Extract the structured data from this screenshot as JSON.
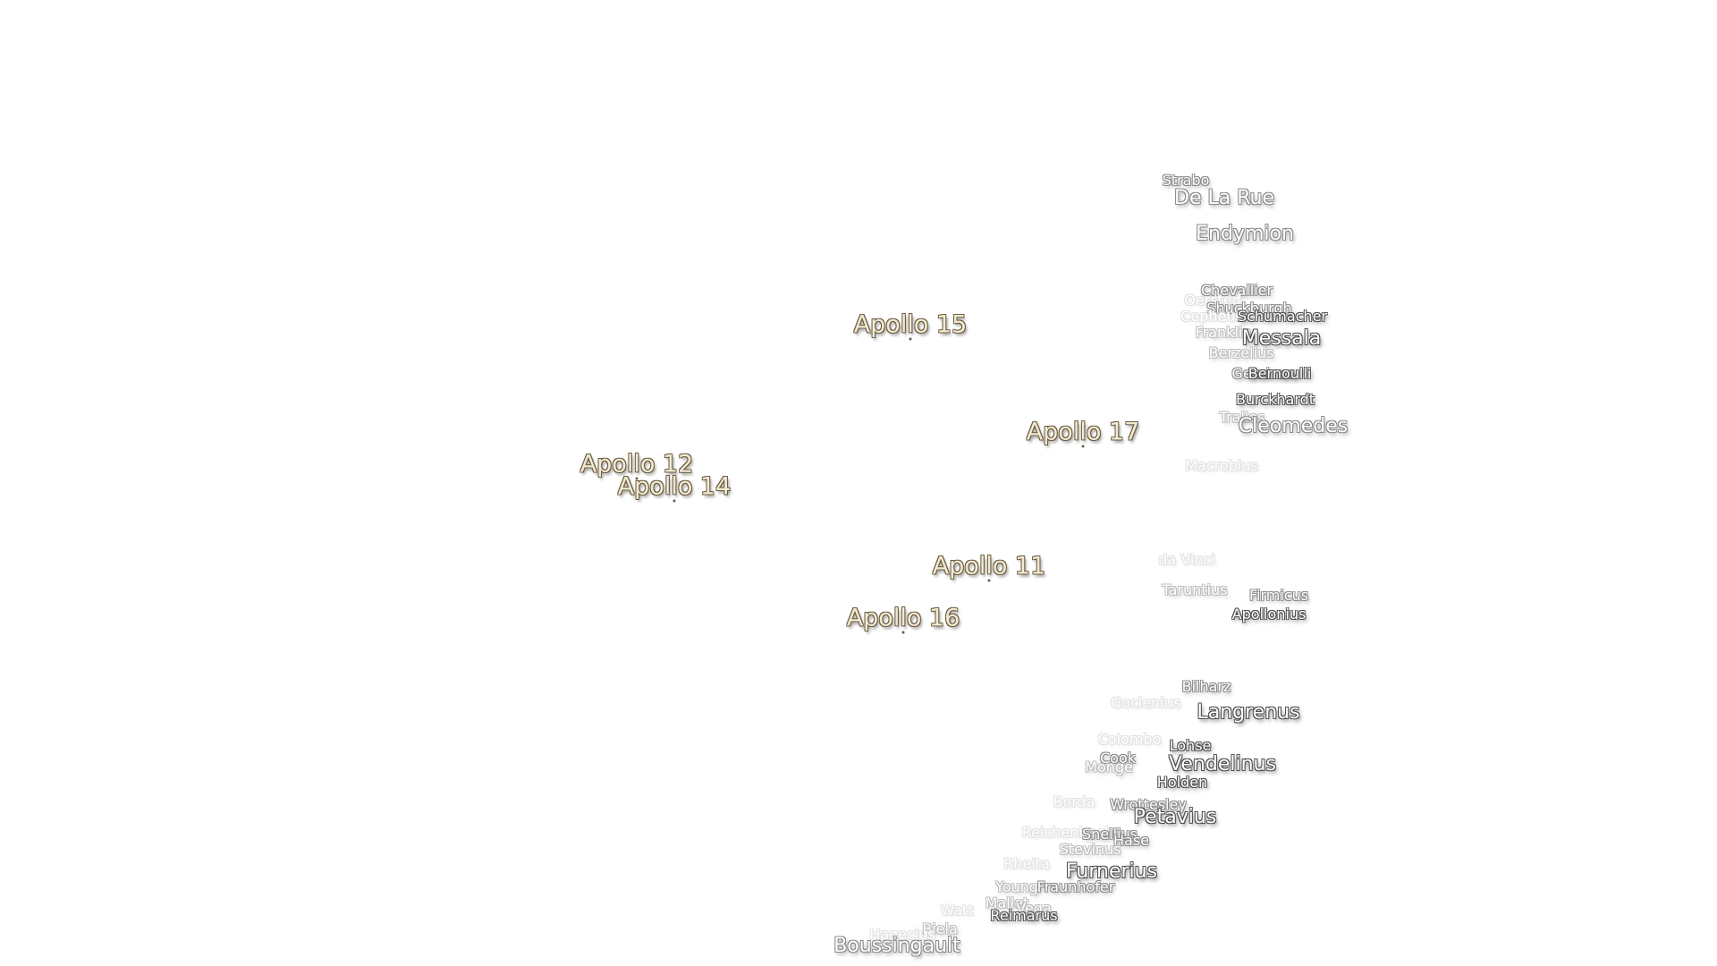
{
  "apollo_sites": [
    {
      "id": "a15",
      "name": "Apollo 15"
    },
    {
      "id": "a17",
      "name": "Apollo 17"
    },
    {
      "id": "a12",
      "name": "Apollo 12"
    },
    {
      "id": "a14",
      "name": "Apollo 14"
    },
    {
      "id": "a11",
      "name": "Apollo 11"
    },
    {
      "id": "a16",
      "name": "Apollo 16"
    }
  ],
  "craters": [
    {
      "id": "strabo",
      "name": "Strabo"
    },
    {
      "id": "de-la-rue",
      "name": "De La Rue"
    },
    {
      "id": "endymion",
      "name": "Endymion"
    },
    {
      "id": "chevallier",
      "name": "Chevallier"
    },
    {
      "id": "oersted",
      "name": "Oersted"
    },
    {
      "id": "shuckburgh",
      "name": "Shuckburgh"
    },
    {
      "id": "cepheus",
      "name": "Cepheus"
    },
    {
      "id": "schumacher",
      "name": "Schumacher"
    },
    {
      "id": "franklin",
      "name": "Franklin"
    },
    {
      "id": "messala",
      "name": "Messala"
    },
    {
      "id": "berzelius",
      "name": "Berzelius"
    },
    {
      "id": "geminus",
      "name": "Geminus"
    },
    {
      "id": "bernoulli",
      "name": "Bernoulli"
    },
    {
      "id": "burckhardt",
      "name": "Burckhardt"
    },
    {
      "id": "tralles",
      "name": "Tralles"
    },
    {
      "id": "cleomedes",
      "name": "Cleomedes"
    },
    {
      "id": "macrobius",
      "name": "Macrobius"
    },
    {
      "id": "da-vinci",
      "name": "da Vinci"
    },
    {
      "id": "taruntius",
      "name": "Taruntius"
    },
    {
      "id": "firmicus",
      "name": "Firmicus"
    },
    {
      "id": "apollonius",
      "name": "Apollonius"
    },
    {
      "id": "bilharz",
      "name": "Bilharz"
    },
    {
      "id": "goclenius",
      "name": "Goclenius"
    },
    {
      "id": "langrenus",
      "name": "Langrenus"
    },
    {
      "id": "colombo",
      "name": "Colombo"
    },
    {
      "id": "lohse",
      "name": "Lohse"
    },
    {
      "id": "cook",
      "name": "Cook"
    },
    {
      "id": "monge",
      "name": "Monge"
    },
    {
      "id": "vendelinus",
      "name": "Vendelinus"
    },
    {
      "id": "holden",
      "name": "Holden"
    },
    {
      "id": "borda",
      "name": "Borda"
    },
    {
      "id": "wrottesley",
      "name": "Wrottesley"
    },
    {
      "id": "petavius",
      "name": "Petavius"
    },
    {
      "id": "reichenbach",
      "name": "Reichenbach"
    },
    {
      "id": "snellius",
      "name": "Snellius"
    },
    {
      "id": "hase",
      "name": "Hase"
    },
    {
      "id": "stevinus",
      "name": "Stevinus"
    },
    {
      "id": "rheita",
      "name": "Rheita"
    },
    {
      "id": "furnerius",
      "name": "Furnerius"
    },
    {
      "id": "young",
      "name": "Young"
    },
    {
      "id": "fraunhofer",
      "name": "Fraunhofer"
    },
    {
      "id": "mallet",
      "name": "Mallet"
    },
    {
      "id": "vega",
      "name": "Vega"
    },
    {
      "id": "watt",
      "name": "Watt"
    },
    {
      "id": "reimarus",
      "name": "Reimarus"
    },
    {
      "id": "biela",
      "name": "Biela"
    },
    {
      "id": "hagecius",
      "name": "Hagecius"
    },
    {
      "id": "boussingault",
      "name": "Boussingault"
    }
  ]
}
